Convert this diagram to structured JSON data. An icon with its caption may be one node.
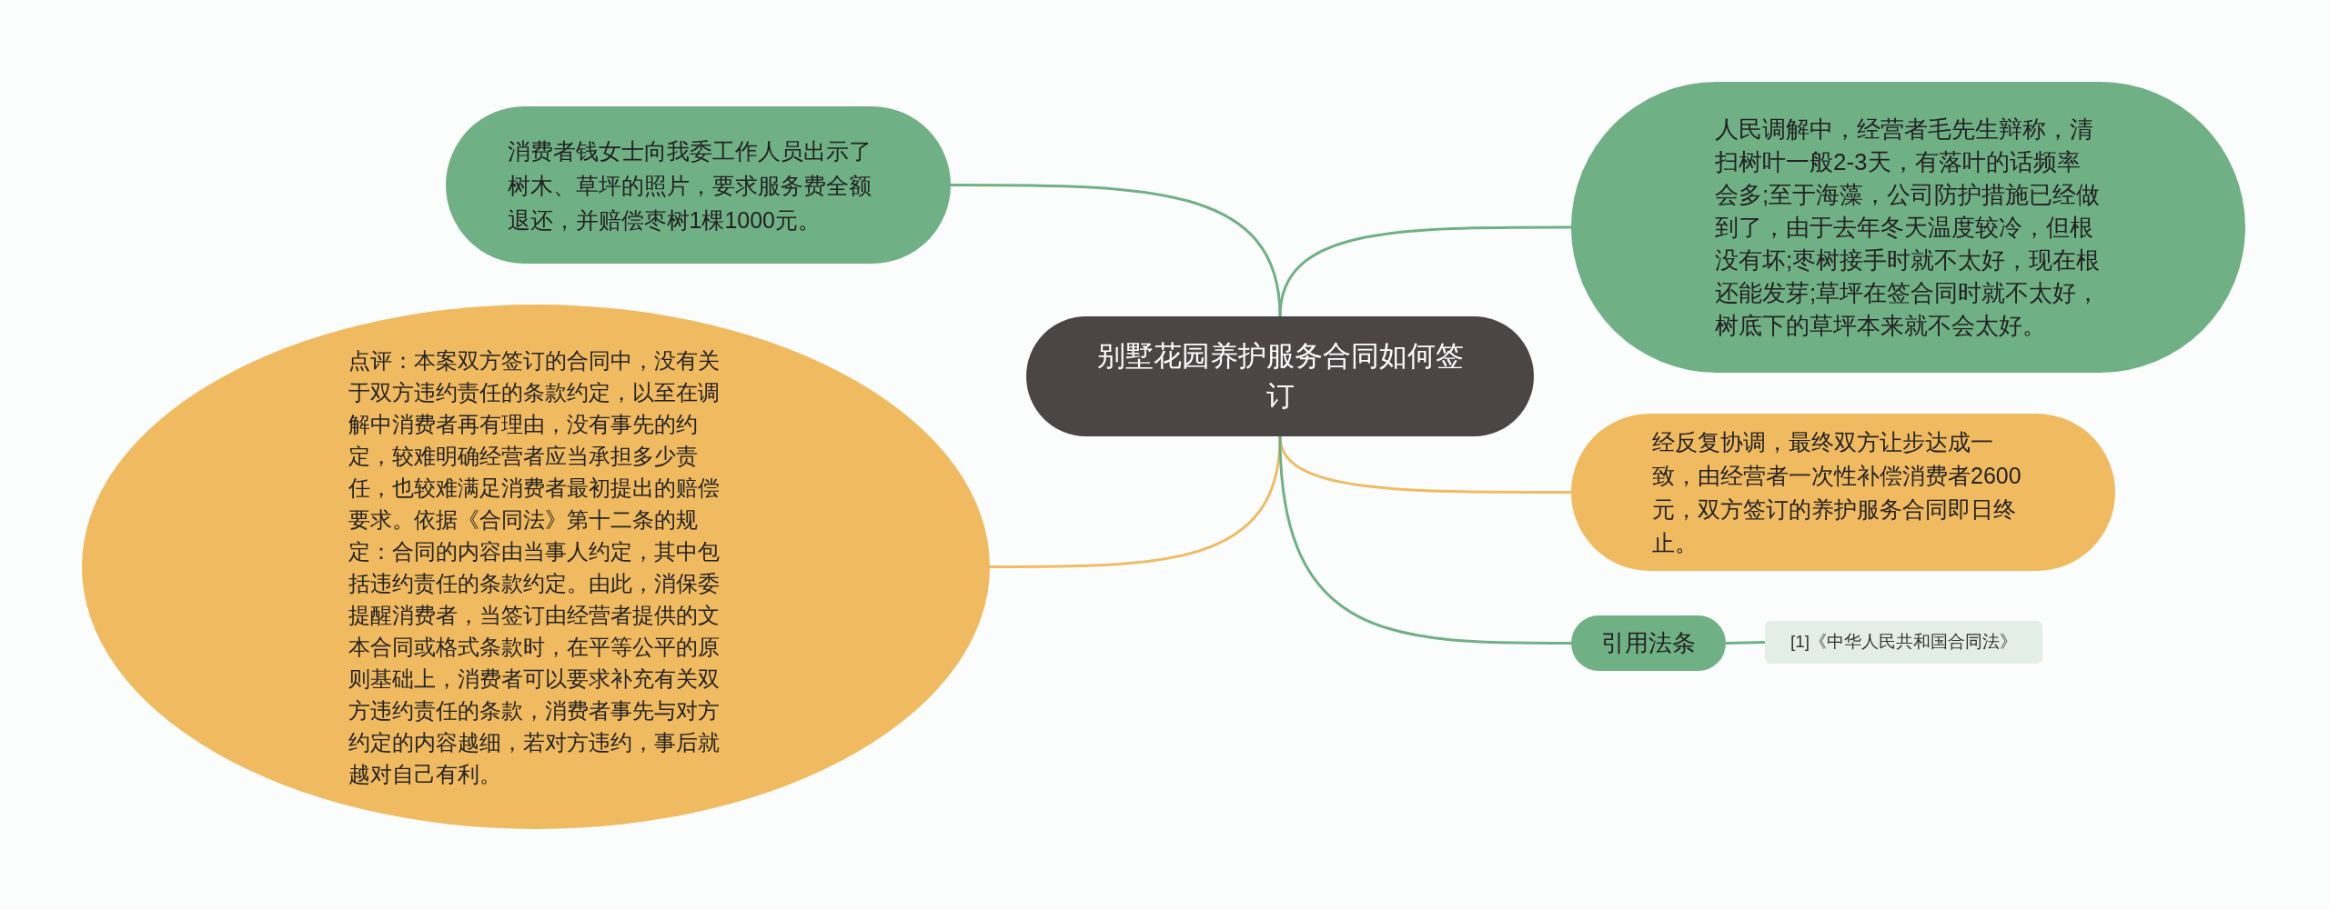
{
  "diagram": {
    "nodes": [
      {
        "text": [
          "别墅花园养护服务合同如何签订"
        ]
      },
      {
        "text": [
          "消费者钱女士向我委工作人员出示了树木、草坪的照片，要求服务费全额退还，并赔偿枣树1棵1000元。"
        ]
      },
      {
        "text": [
          "点评：本案双方签订的合同中，没有关于双方违约责任的条款约定，以至在调解中消费者再有理由，没有事先的约定，较难明确经营者应当承担多少责任，也较难满足消费者最初提出的赔偿要求。依据《合同法》第十二条的规定：合同的内容由当事人约定，其中包括违约责任的条款约定。由此，消保委提醒消费者，当签订由经营者提供的文本合同或格式条款时，在平等公平的原则基础上，消费者可以要求补充有关双方违约责任的条款，消费者事先与对方约定的内容越细，若对方违约，事后就越对自己有利。"
        ]
      },
      {
        "text": [
          "人民调解中，经营者毛先生辩称，清扫树叶一般2-3天，有落叶的话频率会多;至于海藻，公司防护措施已经做到了，由于去年冬天温度较冷，但根没有坏;枣树接手时就不太好，现在根还能发芽;草坪在签合同时就不太好，树底下的草坪本来就不会太好。"
        ]
      },
      {
        "text": [
          "经反复协调，最终双方让步达成一致，由经营者一次性补偿消费者2600元，双方签订的养护服务合同即日终止。"
        ]
      },
      {
        "text": [
          "引用法条"
        ]
      },
      {
        "text": [
          "[1]《中华人民共和国合同法》"
        ]
      }
    ],
    "edges": [
      {
        "from": 0,
        "to": 1,
        "arrow": "none"
      },
      {
        "from": 0,
        "to": 2,
        "arrow": "none",
        "color": "#efbb63"
      },
      {
        "from": 0,
        "to": 3,
        "arrow": "none"
      },
      {
        "from": 0,
        "to": 4,
        "arrow": "none",
        "color": "#efbb63"
      },
      {
        "from": 0,
        "to": 5,
        "arrow": "none"
      },
      {
        "from": 5,
        "to": 6,
        "arrow": "none"
      }
    ]
  }
}
